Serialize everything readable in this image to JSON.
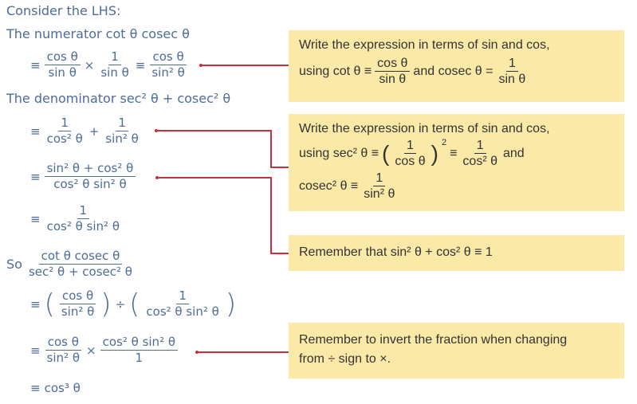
{
  "lhs": {
    "heading": "Consider the LHS:",
    "numerator_label": "The numerator cot θ cosec θ",
    "denominator_label": "The denominator sec² θ + cosec² θ",
    "so": "So"
  },
  "sym": {
    "equiv": "≡",
    "times": "×",
    "plus": "+",
    "div": "÷",
    "lparen": "(",
    "rparen": ")",
    "theta": "θ"
  },
  "terms": {
    "cos": "cos θ",
    "sin": "sin θ",
    "one": "1",
    "sin2": "sin² θ",
    "cos2": "cos² θ",
    "sin2pluscos2": "sin² θ + cos² θ",
    "cos2sin2": "cos² θ sin² θ",
    "cotcosec": "cot θ cosec θ",
    "sec2pluscosec2": "sec² θ + cosec² θ",
    "result": "cos³ θ"
  },
  "notes": {
    "n1_line1": "Write the expression in terms of sin and cos,",
    "n1_using": "using cot θ ≡",
    "n1_and": "and cosec θ =",
    "n2_line1": "Write the expression in terms of sin and cos,",
    "n2_using": "using sec² θ ≡",
    "n2_sq": "2",
    "n2_and": "and",
    "n2_cosec": "cosec² θ ≡",
    "n3": "Remember that sin² θ + cos² θ ≡ 1",
    "n4_line1": "Remember to invert the fraction when changing",
    "n4_line2": "from ÷ sign to ×."
  },
  "colors": {
    "text": "#4d6c98",
    "note_bg": "#fbe9a8",
    "connector": "#c8303a"
  }
}
